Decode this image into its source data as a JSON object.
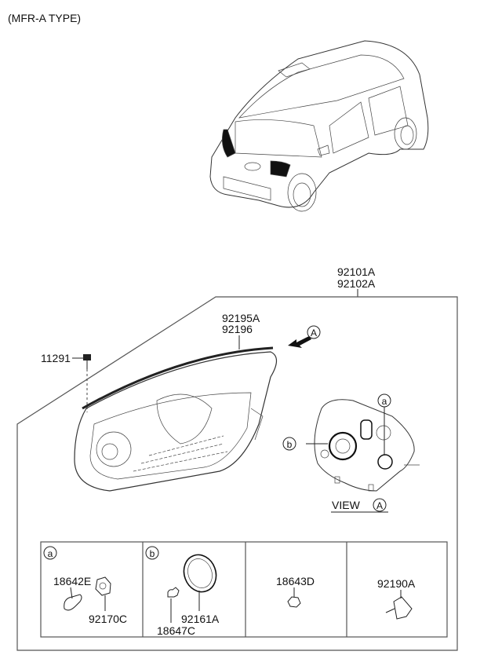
{
  "header": {
    "variant_label": "(MFR-A TYPE)"
  },
  "assembly": {
    "part_numbers": [
      "92101A",
      "92102A"
    ]
  },
  "headlamp": {
    "gasket_parts": [
      "92195A",
      "92196"
    ],
    "screw_part": "11291",
    "view_marker": "A"
  },
  "view_a": {
    "title": "VIEW",
    "marker": "A",
    "callout_a": "a",
    "callout_b": "b"
  },
  "parts_table": {
    "cells": [
      {
        "marker": "a",
        "parts": [
          "18642E",
          "92170C"
        ]
      },
      {
        "marker": "b",
        "parts": [
          "92161A",
          "18647C"
        ]
      },
      {
        "marker": "",
        "parts": [
          "18643D"
        ]
      },
      {
        "marker": "",
        "parts": [
          "92190A"
        ]
      }
    ]
  }
}
